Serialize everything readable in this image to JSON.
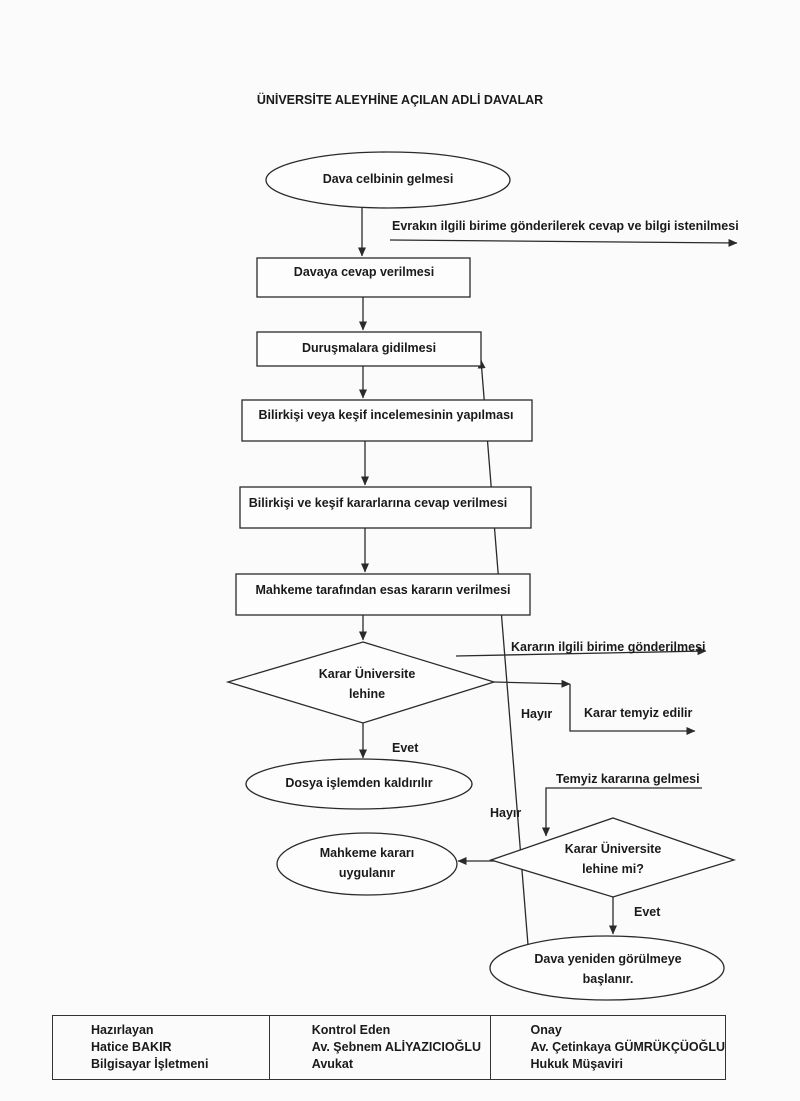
{
  "title": "ÜNİVERSİTE ALEYHİNE AÇILAN ADLİ DAVALAR",
  "nodes": {
    "dava_celbi": "Dava celbinin gelmesi",
    "evrak_gonder": "Evrakın ilgili birime gönderilerek cevap ve bilgi istenilmesi",
    "cevap": "Davaya cevap verilmesi",
    "durusma": "Duruşmalara gidilmesi",
    "bilirkisi": "Bilirkişi veya keşif incelemesinin yapılması",
    "bilirkisi_cevap": "Bilirkişi ve keşif kararlarına cevap verilmesi",
    "esas_karar": "Mahkeme tarafından esas kararın verilmesi",
    "karar_lehine_1": "Karar Üniversite",
    "karar_lehine_2": "lehine",
    "birime_gonder": "Kararın ilgili birime gönderilmesi",
    "hayir_1": "Hayır",
    "temyiz_edilir": "Karar temyiz edilir",
    "evet_1": "Evet",
    "dosya_kaldir": "Dosya işlemden kaldırılır",
    "temyiz_karari": "Temyiz kararına gelmesi",
    "hayir_2": "Hayır",
    "karar_lehine_mi_1": "Karar Üniversite",
    "karar_lehine_mi_2": "lehine mi?",
    "mahkeme_karari_1": "Mahkeme kararı",
    "mahkeme_karari_2": "uygulanır",
    "evet_2": "Evet",
    "yeniden_1": "Dava yeniden görülmeye",
    "yeniden_2": "başlanır."
  },
  "footer": {
    "prepared": {
      "label": "Hazırlayan",
      "name": "Hatice BAKIR",
      "role": "Bilgisayar İşletmeni"
    },
    "checked": {
      "label": "Kontrol Eden",
      "name": "Av. Şebnem ALİYAZICIOĞLU",
      "role": "Avukat"
    },
    "approved": {
      "label": "Onay",
      "name": "Av. Çetinkaya GÜMRÜKÇÜOĞLU",
      "role": "Hukuk Müşaviri"
    }
  }
}
